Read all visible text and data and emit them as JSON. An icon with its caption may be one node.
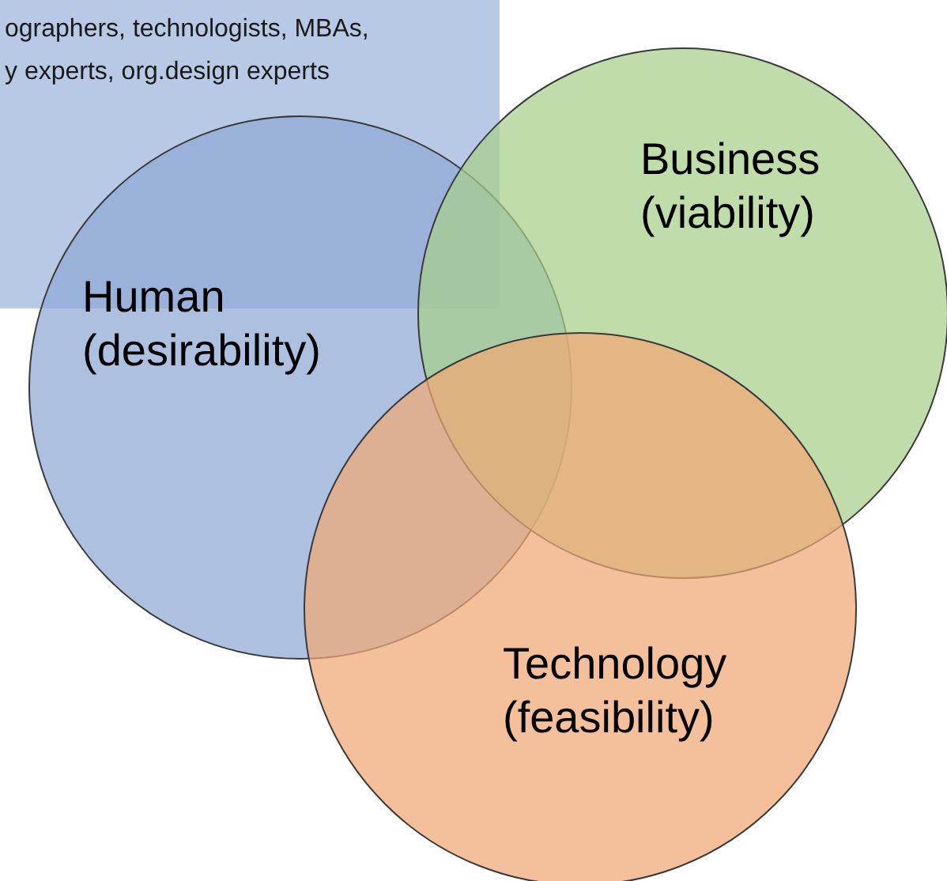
{
  "diagram": {
    "nodes": [
      {
        "text": [
          "ographers, technologists, MBAs, y experts, org.design experts"
        ]
      },
      {
        "text": [
          "Human (desirability)"
        ]
      },
      {
        "text": [
          "Business (viability)"
        ]
      },
      {
        "text": [
          "Technology (feasibility)"
        ]
      }
    ]
  }
}
